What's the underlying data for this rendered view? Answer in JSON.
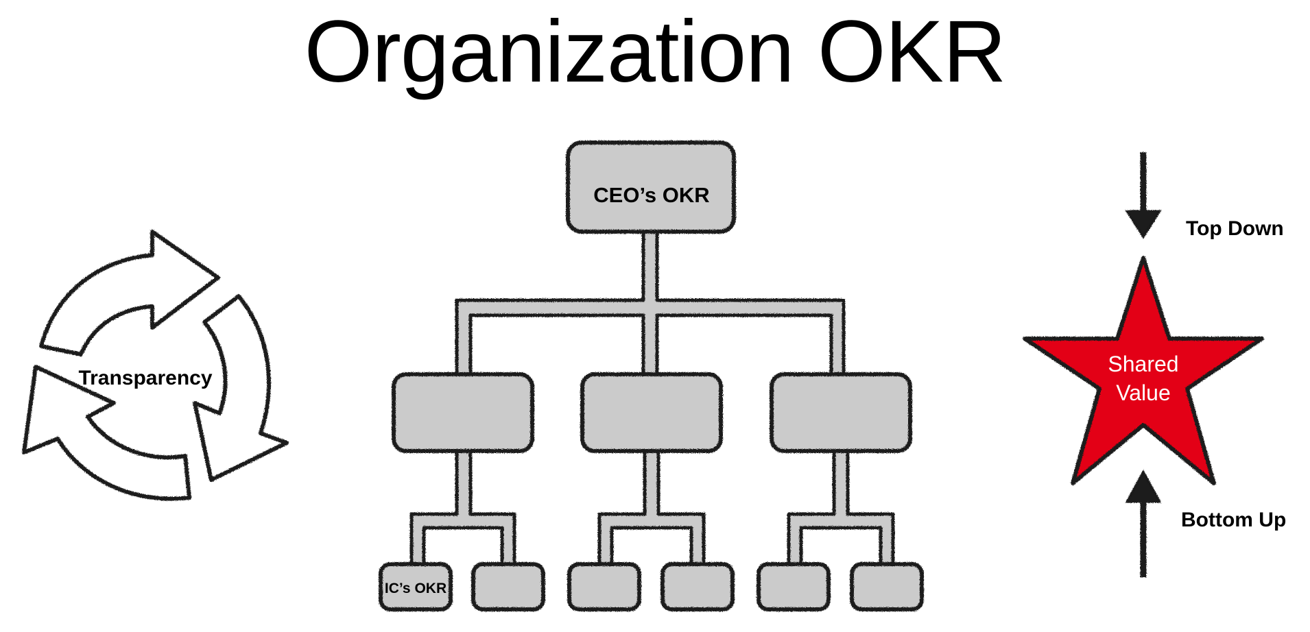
{
  "title": "Organization OKR",
  "left": {
    "label": "Transparency"
  },
  "tree": {
    "root_label": "CEO’s OKR",
    "leaf_label": "IC’s OKR"
  },
  "right": {
    "top_label": "Top Down",
    "bottom_label": "Bottom Up",
    "star_line1": "Shared",
    "star_line2": "Value",
    "star_color": "#e30613"
  },
  "colors": {
    "box_fill": "#cbcbcb",
    "stroke": "#1a1a1a"
  }
}
